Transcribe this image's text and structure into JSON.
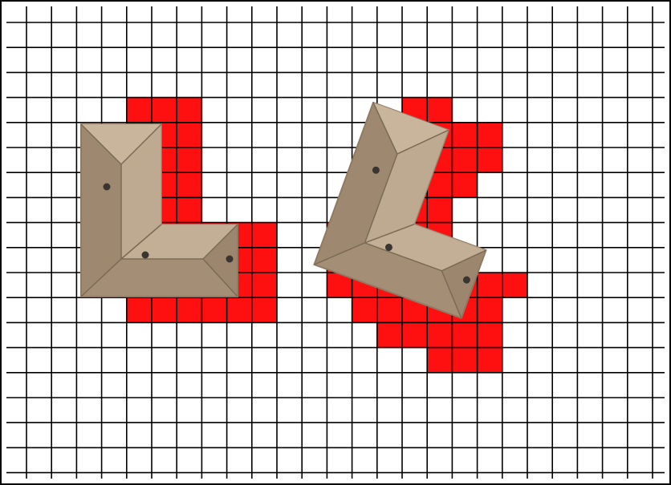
{
  "colors": {
    "background": "#ffffff",
    "grid": "#000000",
    "frame": "#000000",
    "occupied_cell": "#ff1010",
    "roof_base": "#b09a80",
    "roof_light": "#c8b59c",
    "roof_dark": "#8f7a63",
    "roof_ridge": "#7c6a56",
    "vent": "#3a3530"
  },
  "grid": {
    "rows": 19,
    "cols": 27,
    "description_visible": false
  },
  "buildings": [
    {
      "name": "l-shaped-building-axis-aligned",
      "shape": "L",
      "rotation_deg": 0,
      "occupied_cells": [
        [
          4,
          3
        ],
        [
          5,
          3
        ],
        [
          6,
          3
        ],
        [
          4,
          4
        ],
        [
          5,
          4
        ],
        [
          6,
          4
        ],
        [
          4,
          5
        ],
        [
          5,
          5
        ],
        [
          6,
          5
        ],
        [
          4,
          6
        ],
        [
          5,
          6
        ],
        [
          6,
          6
        ],
        [
          4,
          7
        ],
        [
          5,
          7
        ],
        [
          6,
          7
        ],
        [
          4,
          8
        ],
        [
          5,
          8
        ],
        [
          6,
          8
        ],
        [
          7,
          8
        ],
        [
          8,
          8
        ],
        [
          9,
          8
        ],
        [
          4,
          9
        ],
        [
          5,
          9
        ],
        [
          6,
          9
        ],
        [
          7,
          9
        ],
        [
          8,
          9
        ],
        [
          9,
          9
        ],
        [
          4,
          10
        ],
        [
          5,
          10
        ],
        [
          6,
          10
        ],
        [
          7,
          10
        ],
        [
          8,
          10
        ],
        [
          9,
          10
        ],
        [
          4,
          11
        ],
        [
          5,
          11
        ],
        [
          6,
          11
        ],
        [
          7,
          11
        ],
        [
          8,
          11
        ],
        [
          9,
          11
        ]
      ]
    },
    {
      "name": "l-shaped-building-rotated",
      "shape": "L",
      "rotation_deg": 20,
      "occupied_cells": [
        [
          15,
          3
        ],
        [
          16,
          3
        ],
        [
          14,
          4
        ],
        [
          15,
          4
        ],
        [
          16,
          4
        ],
        [
          17,
          4
        ],
        [
          18,
          4
        ],
        [
          14,
          5
        ],
        [
          15,
          5
        ],
        [
          16,
          5
        ],
        [
          17,
          5
        ],
        [
          18,
          5
        ],
        [
          14,
          6
        ],
        [
          15,
          6
        ],
        [
          16,
          6
        ],
        [
          17,
          6
        ],
        [
          13,
          7
        ],
        [
          14,
          7
        ],
        [
          15,
          7
        ],
        [
          16,
          7
        ],
        [
          12,
          8
        ],
        [
          13,
          8
        ],
        [
          14,
          8
        ],
        [
          15,
          8
        ],
        [
          16,
          8
        ],
        [
          12,
          9
        ],
        [
          13,
          9
        ],
        [
          14,
          9
        ],
        [
          15,
          9
        ],
        [
          16,
          9
        ],
        [
          17,
          9
        ],
        [
          12,
          10
        ],
        [
          13,
          10
        ],
        [
          14,
          10
        ],
        [
          15,
          10
        ],
        [
          16,
          10
        ],
        [
          17,
          10
        ],
        [
          18,
          10
        ],
        [
          19,
          10
        ],
        [
          13,
          11
        ],
        [
          14,
          11
        ],
        [
          15,
          11
        ],
        [
          16,
          11
        ],
        [
          17,
          11
        ],
        [
          18,
          11
        ],
        [
          14,
          12
        ],
        [
          15,
          12
        ],
        [
          16,
          12
        ],
        [
          17,
          12
        ],
        [
          18,
          12
        ],
        [
          16,
          13
        ],
        [
          17,
          13
        ],
        [
          18,
          13
        ]
      ]
    }
  ]
}
